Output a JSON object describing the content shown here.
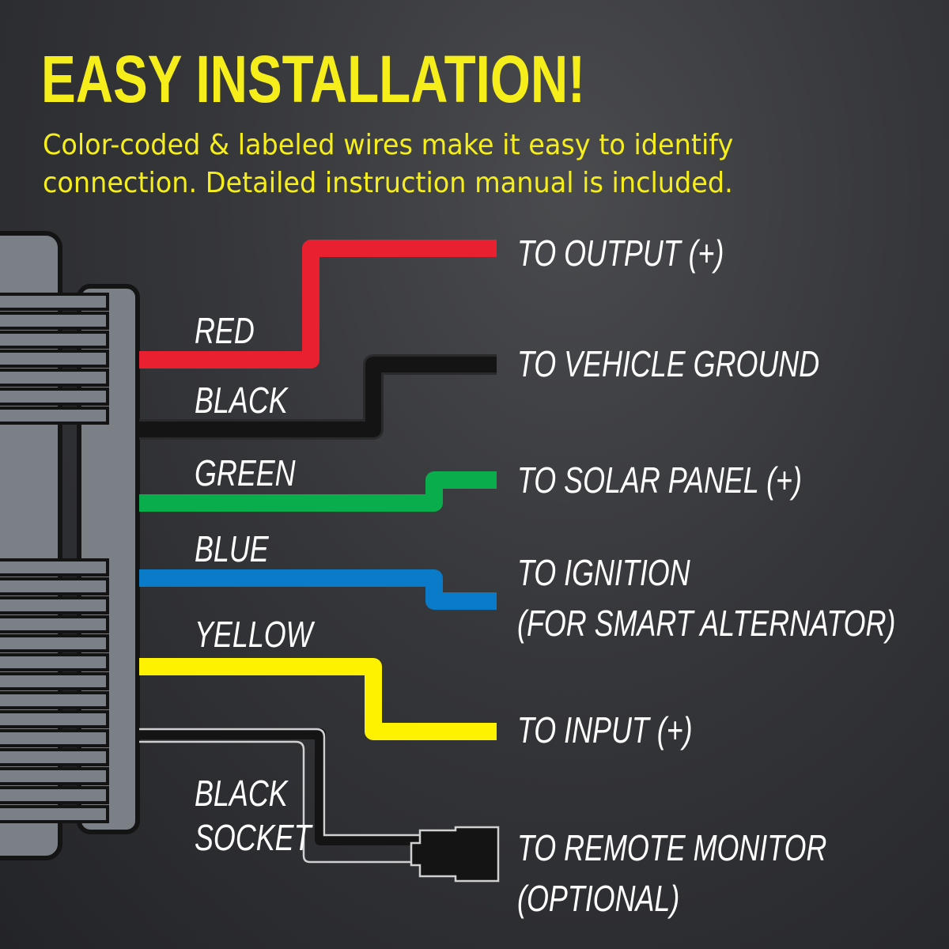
{
  "header": {
    "title": "EASY INSTALLATION!",
    "subtitle_line1": "Color-coded & labeled wires make it easy to identify",
    "subtitle_line2": "connection. Detailed instruction manual is included."
  },
  "wires": [
    {
      "id": "red",
      "label": "RED",
      "color": "#e8202f",
      "destination": [
        "TO OUTPUT (+)"
      ]
    },
    {
      "id": "black",
      "label": "BLACK",
      "color": "#141414",
      "destination": [
        "TO VEHICLE GROUND"
      ]
    },
    {
      "id": "green",
      "label": "GREEN",
      "color": "#0aad4c",
      "destination": [
        "TO SOLAR PANEL (+)"
      ]
    },
    {
      "id": "blue",
      "label": "BLUE",
      "color": "#0a7bc9",
      "destination": [
        "TO IGNITION",
        "(FOR SMART ALTERNATOR)"
      ]
    },
    {
      "id": "yellow",
      "label": "YELLOW",
      "color": "#fef200",
      "destination": [
        "TO INPUT (+)"
      ]
    },
    {
      "id": "socket",
      "label": [
        "BLACK",
        "SOCKET"
      ],
      "color": "#d0d0d0",
      "destination": [
        "TO REMOTE MONITOR",
        "(OPTIONAL)"
      ]
    }
  ],
  "colors": {
    "title": "#f6ee1b",
    "device_body": "#7b7f86",
    "device_outline": "#141414"
  },
  "icons": {
    "device": "charger-unit-icon",
    "connector": "plug-connector-icon"
  }
}
